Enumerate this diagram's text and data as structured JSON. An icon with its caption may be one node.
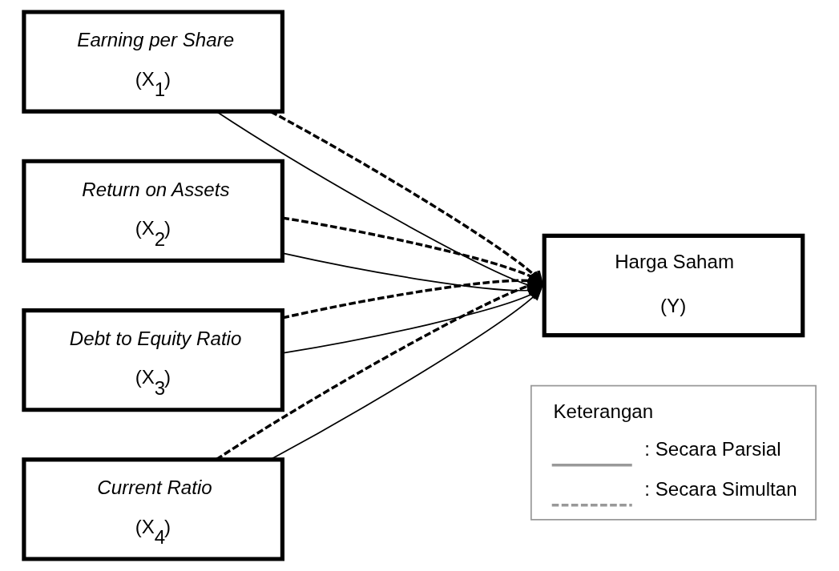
{
  "diagram": {
    "nodes": [
      {
        "text": [
          "Earning per Share",
          "(X$_{1}$)"
        ]
      },
      {
        "text": [
          "Return on Assets",
          "(X$_{2}$)"
        ]
      },
      {
        "text": [
          "Debt to Equity Ratio",
          "(X$_{3}$)"
        ]
      },
      {
        "text": [
          "Current Ratio",
          "(X$_{4}$)"
        ]
      },
      {
        "text": [
          "Harga Saham",
          "(Y)"
        ]
      }
    ],
    "edges": [
      {
        "from": 0,
        "to": 4,
        "arrow": "to"
      },
      {
        "from": 1,
        "to": 4,
        "arrow": "to"
      },
      {
        "from": 2,
        "to": 4,
        "arrow": "to"
      },
      {
        "from": 3,
        "to": 4,
        "arrow": "to"
      },
      {
        "from": 0,
        "to": 4,
        "arrow": "to",
        "style": "dashed"
      },
      {
        "from": 1,
        "to": 4,
        "arrow": "to",
        "style": "dashed"
      },
      {
        "from": 2,
        "to": 4,
        "arrow": "to",
        "style": "dashed"
      },
      {
        "from": 3,
        "to": 4,
        "arrow": "to",
        "style": "dashed"
      }
    ],
    "labels": [
      "Keterangan"
    ],
    "legend": [
      {
        "text": ": Secara Parsial"
      },
      {
        "text": ": Secara Simultan"
      }
    ]
  }
}
